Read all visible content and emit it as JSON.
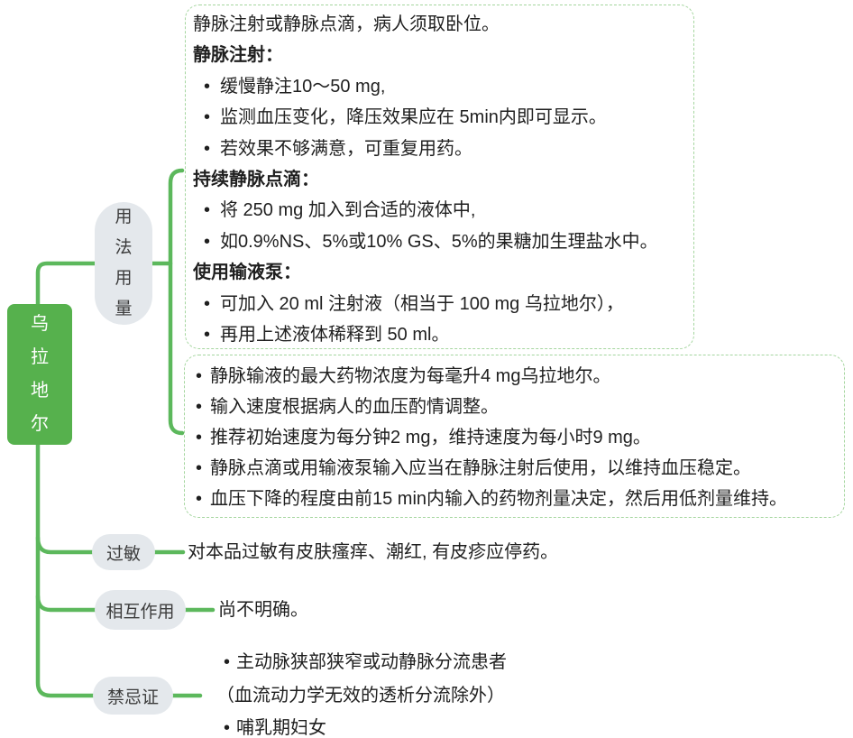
{
  "theme": {
    "line_green": "#5cb85c",
    "node_green": "#56b14d",
    "pill_gray": "#e4e8ec",
    "pill_text": "#3c3c3c",
    "dash_border_green": "#a5d69f",
    "text_color": "#1f1f1f",
    "background": "#ffffff"
  },
  "root": {
    "label": "乌拉地尔"
  },
  "branches": {
    "usage": {
      "label": "用法用量",
      "box1": {
        "intro": "静脉注射或静脉点滴，病人须取卧位。",
        "sections": [
          {
            "heading": "静脉注射：",
            "bullets": [
              "缓慢静注10～50 mg,",
              "监测血压变化，降压效果应在 5min内即可显示。",
              "若效果不够满意，可重复用药。"
            ]
          },
          {
            "heading": "持续静脉点滴：",
            "bullets": [
              "将 250 mg 加入到合适的液体中,",
              "如0.9%NS、5%或10% GS、5%的果糖加生理盐水中。"
            ]
          },
          {
            "heading": "使用输液泵：",
            "bullets": [
              "可加入 20 ml 注射液（相当于 100 mg 乌拉地尔），",
              "再用上述液体稀释到 50 ml。"
            ]
          }
        ]
      },
      "box2": {
        "bullets": [
          "静脉输液的最大药物浓度为每毫升4 mg乌拉地尔。",
          "输入速度根据病人的血压酌情调整。",
          "推荐初始速度为每分钟2 mg，维持速度为每小时9 mg。",
          "静脉点滴或用输液泵输入应当在静脉注射后使用，以维持血压稳定。",
          "血压下降的程度由前15 min内输入的药物剂量决定，然后用低剂量维持。"
        ]
      }
    },
    "allergy": {
      "label": "过敏",
      "content": "对本品过敏有皮肤瘙痒、潮红, 有皮疹应停药。"
    },
    "interaction": {
      "label": "相互作用",
      "content": "尚不明确。"
    },
    "contraindication": {
      "label": "禁忌证",
      "lines": [
        "主动脉狭部狭窄或动静脉分流患者",
        "（血流动力学无效的透析分流除外）",
        "哺乳期妇女"
      ]
    }
  }
}
